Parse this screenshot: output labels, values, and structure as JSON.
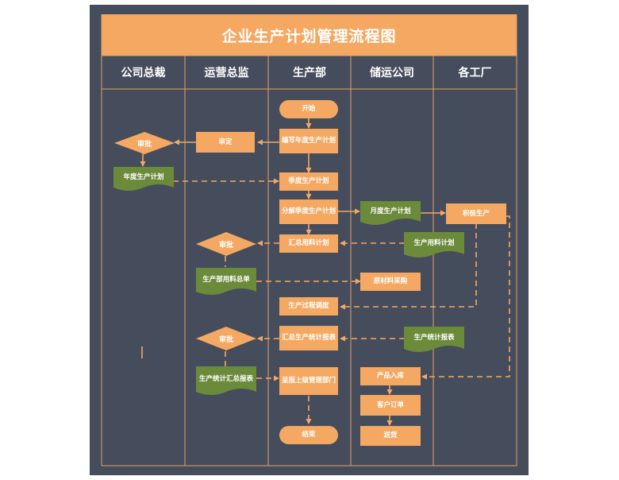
{
  "title": "企业生产计划管理流程图",
  "lanes": [
    "公司总裁",
    "运营总监",
    "生产部",
    "储运公司",
    "各工厂"
  ],
  "nodes": {
    "start": "开始",
    "draft_annual_plan": "编写年度生产计划",
    "review": "审定",
    "approve_1": "审批",
    "annual_plan": "年度生产计划",
    "quarterly_plan": "季度生产计划",
    "split_quarterly_plan": "分解季度生产计划",
    "monthly_plan": "月度生产计划",
    "active_production": "积极生产",
    "material_plan": "生产用料计划",
    "summarize_material_plan": "汇总用料计划",
    "approve_2": "审批",
    "department_material_summary": "生产部用料总单",
    "raw_material_purchase": "原材料采购",
    "process_dispatch": "生产过程调度",
    "approve_3": "审批",
    "summarize_stats_report": "汇总生产统计报表",
    "production_stats_report": "生产统计报表",
    "stats_summary_report": "生产统计汇总报表",
    "submit_to_management": "呈报上级管理部门",
    "product_warehousing": "产品入库",
    "customer_order": "客户订单",
    "delivery": "送货",
    "end": "结束"
  },
  "colors": {
    "background": "#454c5c",
    "accent_orange": "#f4a862",
    "document_green": "#6b8a3a",
    "text_white": "#ffffff"
  }
}
